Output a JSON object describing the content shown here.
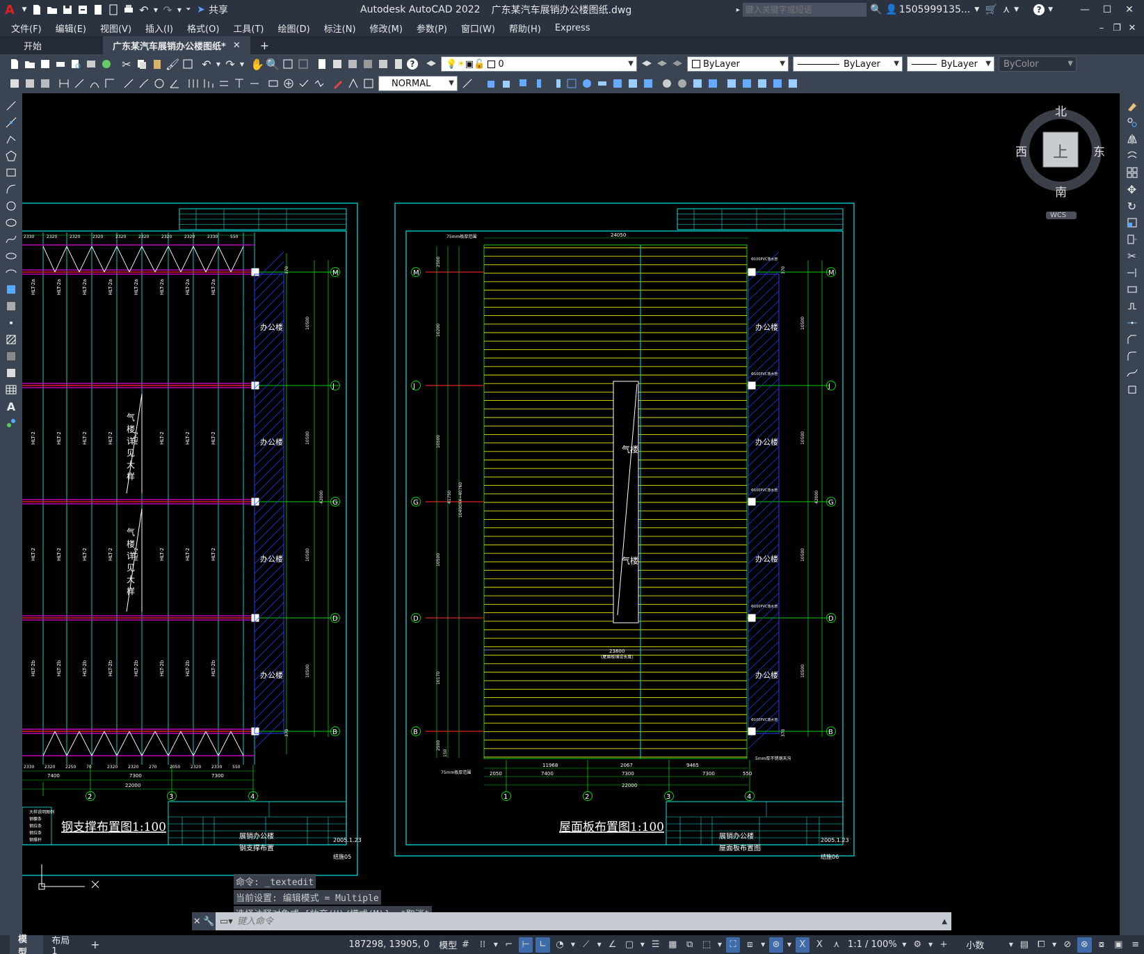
{
  "app": {
    "title": "Autodesk AutoCAD 2022",
    "file": "广东某汽车展销办公楼图纸.dwg",
    "share_label": "共享"
  },
  "search": {
    "placeholder": "键入关键字或短语"
  },
  "user": {
    "name": "1505999135..."
  },
  "menu": [
    "文件(F)",
    "编辑(E)",
    "视图(V)",
    "插入(I)",
    "格式(O)",
    "工具(T)",
    "绘图(D)",
    "标注(N)",
    "修改(M)",
    "参数(P)",
    "窗口(W)",
    "帮助(H)",
    "Express"
  ],
  "tabs": [
    {
      "label": "开始"
    },
    {
      "label": "广东某汽车展销办公楼图纸*"
    }
  ],
  "toolbar": {
    "layer_value": "0",
    "color": "ByLayer",
    "linetype": "ByLayer",
    "lineweight": "ByLayer",
    "plotstyle": "ByColor",
    "textstyle": "NORMAL"
  },
  "viewcube": {
    "north": "北",
    "south": "南",
    "east": "东",
    "west": "西",
    "top": "上",
    "wcs": "WCS"
  },
  "drawing": {
    "left_title": "钢支撑布置图1:100",
    "right_title": "屋面板布置图1:100",
    "office": "办公楼",
    "stair": "气楼",
    "stair_note": [
      "气",
      "楼",
      "详",
      "见",
      "大",
      "样"
    ],
    "axes_right": [
      "M",
      "J",
      "G",
      "D",
      "B"
    ],
    "axes_bottom": [
      "1",
      "2",
      "3",
      "4"
    ],
    "dims_top_left": [
      "2330",
      "2320",
      "2320",
      "2320",
      "2320",
      "2320",
      "2320",
      "2320",
      "2330",
      "550"
    ],
    "dims_bottom_left": [
      "2330",
      "2320",
      "2250",
      "70",
      "2320",
      "2320",
      "270",
      "2050",
      "2320",
      "2330",
      "550"
    ],
    "bays_left": [
      "7400",
      "7300",
      "7300"
    ],
    "total": "22000",
    "top_total_right": "24050",
    "dims_bottom_right": [
      "2050",
      "7400",
      "7300",
      "7300",
      "550"
    ],
    "mid_dims_right": [
      "11968",
      "2067",
      "9465"
    ],
    "bay_height": "10500",
    "total_height": "42000",
    "mark_sides": [
      "370",
      "370"
    ],
    "inner_dim": "23800",
    "brace_labels": [
      "HLT-2a",
      "HLT-2",
      "HLT-2",
      "HLT-2b"
    ],
    "title_block_left": {
      "project": "展销办公楼",
      "sheet": "钢支撑布置",
      "date": "2005.1.23",
      "no": "结施05"
    },
    "title_block_right": {
      "project": "展销办公楼",
      "sheet": "屋面板布置图",
      "date": "2005.1.23",
      "no": "结施06"
    },
    "right_labels": {
      "top_note": "75mm板厚范围",
      "bot_note": "75mm板厚范围",
      "side_note": "Φ100PVC落水管",
      "mid_dim_note": "(屋面板铺设长度)",
      "end_note": "5mm厚不锈钢天沟"
    },
    "tb_notes": {
      "l1": "大样说明图例",
      "l2": "钢檩条",
      "l3": "钢拉条",
      "l4": "钢拉条",
      "l5": "钢撑杆"
    }
  },
  "command_history": [
    "命令: _textedit",
    "当前设置: 编辑模式 = Multiple",
    "选择注释对象或 [放弃(U)/模式(M)]: *取消*"
  ],
  "command_placeholder": "键入命令",
  "status": {
    "model_tab": "模型",
    "layout_tab": "布局1",
    "coords": "187298, 13905, 0",
    "space": "模型",
    "scale": "1:1 / 100%",
    "units": "小数"
  },
  "colors": {
    "bg": "#000000",
    "cyan": "#00e5e5",
    "green": "#00d000",
    "yellow": "#e5e500",
    "red": "#e02020",
    "magenta": "#e000e0",
    "blue": "#2040ff",
    "white": "#ffffff"
  }
}
